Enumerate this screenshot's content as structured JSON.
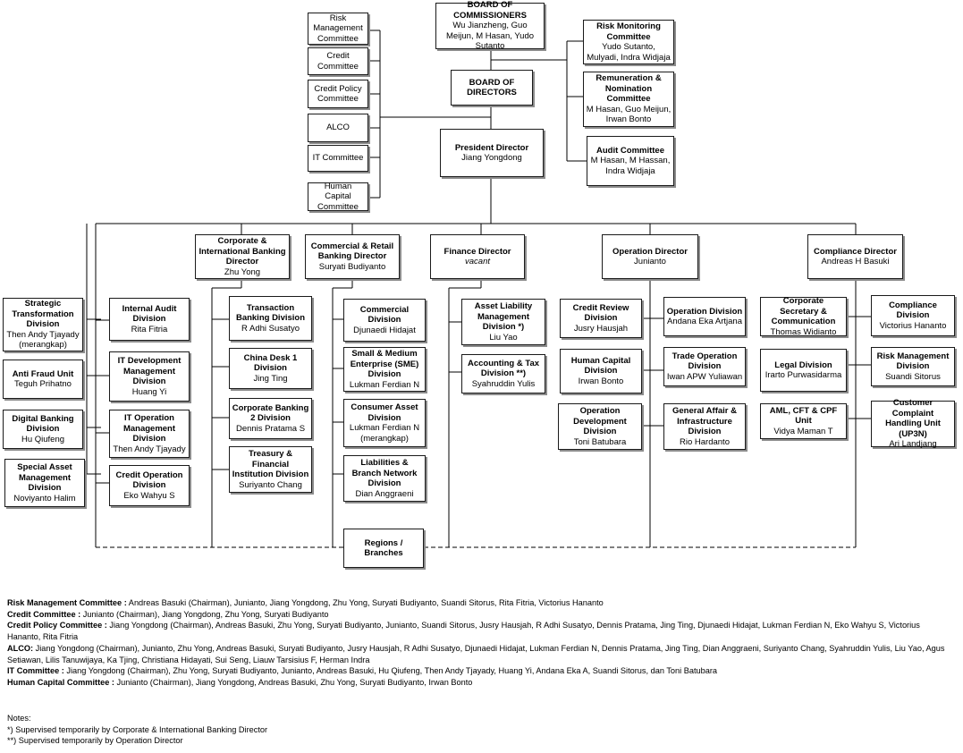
{
  "boxes": {
    "board_commissioners": {
      "title": "BOARD OF COMMISSIONERS",
      "names": "Wu Jianzheng, Guo Meijun, M Hasan, Yudo Sutanto"
    },
    "board_directors": {
      "title": "BOARD OF DIRECTORS"
    },
    "president_director": {
      "title": "President Director",
      "names": "Jiang Yongdong"
    },
    "risk_management_committee": {
      "title": "Risk Management Committee"
    },
    "credit_committee": {
      "title": "Credit Committee"
    },
    "credit_policy_committee": {
      "title": "Credit Policy Committee"
    },
    "alco": {
      "title": "ALCO"
    },
    "it_committee": {
      "title": "IT Committee"
    },
    "human_capital_committee": {
      "title": "Human Capital Committee"
    },
    "risk_monitoring_committee": {
      "title": "Risk Monitoring Committee",
      "names": "Yudo Sutanto, Mulyadi, Indra Widjaja"
    },
    "remuneration_committee": {
      "title": "Remuneration & Nomination Committee",
      "names": "M Hasan, Guo Meijun, Irwan Bonto"
    },
    "audit_committee": {
      "title": "Audit Committee",
      "names": "M Hasan, M Hassan, Indra Widjaja"
    },
    "corp_intl_director": {
      "title": "Corporate & International Banking Director",
      "names": "Zhu Yong"
    },
    "comm_retail_director": {
      "title": "Commercial & Retail Banking Director",
      "names": "Suryati Budiyanto"
    },
    "finance_director": {
      "title": "Finance Director",
      "names": "vacant"
    },
    "operation_director": {
      "title": "Operation Director",
      "names": "Junianto"
    },
    "compliance_director": {
      "title": "Compliance Director",
      "names": "Andreas H Basuki"
    },
    "strategic_transformation": {
      "title": "Strategic Transformation Division",
      "names": "Then Andy Tjayady (merangkap)"
    },
    "anti_fraud": {
      "title": "Anti Fraud Unit",
      "names": "Teguh Prihatno"
    },
    "digital_banking": {
      "title": "Digital Banking Division",
      "names": "Hu Qiufeng"
    },
    "special_asset": {
      "title": "Special Asset Management Division",
      "names": "Noviyanto Halim"
    },
    "internal_audit": {
      "title": "Internal Audit Division",
      "names": "Rita Fitria"
    },
    "it_development": {
      "title": "IT Development Management Division",
      "names": "Huang Yi"
    },
    "it_operation": {
      "title": "IT Operation Management Division",
      "names": "Then Andy Tjayady"
    },
    "credit_operation": {
      "title": "Credit Operation Division",
      "names": "Eko Wahyu S"
    },
    "transaction_banking": {
      "title": "Transaction Banking Division",
      "names": "R Adhi Susatyo"
    },
    "china_desk": {
      "title": "China Desk 1 Division",
      "names": "Jing Ting"
    },
    "corporate_banking_2": {
      "title": "Corporate Banking 2 Division",
      "names": "Dennis Pratama S"
    },
    "treasury": {
      "title": "Treasury & Financial Institution Division",
      "names": "Suriyanto Chang"
    },
    "commercial": {
      "title": "Commercial Division",
      "names": "Djunaedi Hidajat"
    },
    "sme": {
      "title": "Small & Medium Enterprise (SME) Division",
      "names": "Lukman Ferdian N"
    },
    "consumer_asset": {
      "title": "Consumer Asset Division",
      "names": "Lukman Ferdian N (merangkap)"
    },
    "liabilities_branch": {
      "title": "Liabilities & Branch Network Division",
      "names": "Dian Anggraeni"
    },
    "regions_branches": {
      "title": "Regions / Branches"
    },
    "alm_division": {
      "title": "Asset Liability Management Division *)",
      "names": "Liu Yao"
    },
    "accounting_tax": {
      "title": "Accounting & Tax Division **)",
      "names": "Syahruddin Yulis"
    },
    "credit_review": {
      "title": "Credit Review Division",
      "names": "Jusry Hausjah"
    },
    "human_capital_div": {
      "title": "Human Capital Division",
      "names": "Irwan Bonto"
    },
    "operation_development": {
      "title": "Operation Development Division",
      "names": "Toni Batubara"
    },
    "operation_division": {
      "title": "Operation Division",
      "names": "Andana Eka Artjana"
    },
    "trade_operation": {
      "title": "Trade Operation Division",
      "names": "Iwan APW Yuliawan"
    },
    "general_affair": {
      "title": "General Affair & Infrastructure Division",
      "names": "Rio Hardanto"
    },
    "corporate_secretary": {
      "title": "Corporate Secretary & Communication",
      "names": "Thomas Widianto"
    },
    "legal": {
      "title": "Legal Division",
      "names": "Irarto Purwasidarma"
    },
    "aml_cft": {
      "title": "AML, CFT & CPF Unit",
      "names": "Vidya Maman T"
    },
    "compliance_division": {
      "title": "Compliance Division",
      "names": "Victorius Hananto"
    },
    "risk_management_division": {
      "title": "Risk Management Division",
      "names": "Suandi Sitorus"
    },
    "customer_complaint": {
      "title": "Customer Complaint Handling Unit (UP3N)",
      "names": "Ari Landjang"
    }
  },
  "legend": [
    {
      "label": "Risk Management Committee :",
      "text": " Andreas Basuki (Chairman), Junianto, Jiang Yongdong, Zhu Yong, Suryati Budiyanto, Suandi Sitorus, Rita Fitria, Victorius Hananto"
    },
    {
      "label": "Credit Committee :",
      "text": " Junianto (Chairman), Jiang Yongdong, Zhu Yong, Suryati Budiyanto"
    },
    {
      "label": "Credit Policy Committee :",
      "text": " Jiang Yongdong (Chairman), Andreas Basuki, Zhu Yong, Suryati Budiyanto, Junianto, Suandi Sitorus, Jusry Hausjah, R Adhi Susatyo, Dennis Pratama, Jing Ting, Djunaedi Hidajat, Lukman Ferdian N, Eko Wahyu S, Victorius Hananto, Rita Fitria"
    },
    {
      "label": "ALCO:",
      "text": " Jiang Yongdong (Chairman), Junianto, Zhu Yong, Andreas Basuki, Suryati Budiyanto, Jusry Hausjah, R Adhi Susatyo, Djunaedi Hidajat, Lukman Ferdian N, Dennis Pratama, Jing Ting, Dian Anggraeni, Suriyanto Chang, Syahruddin Yulis, Liu Yao, Agus Setiawan, Lilis Tanuwijaya, Ka Tjing, Christiana Hidayati, Sui Seng, Liauw Tarsisius F, Herman Indra"
    },
    {
      "label": "IT Committee :",
      "text": " Jiang Yongdong (Chairman), Zhu Yong, Suryati Budiyanto, Junianto, Andreas Basuki, Hu Qiufeng, Then Andy Tjayady, Huang Yi, Andana Eka A, Suandi Sitorus, dan Toni Batubara"
    },
    {
      "label": "Human Capital Committee :",
      "text": " Junianto (Chairman), Jiang Yongdong, Andreas Basuki, Zhu Yong, Suryati Budiyanto, Irwan Bonto"
    }
  ],
  "notes": {
    "heading": "Notes:",
    "n1": "*) Supervised temporarily by Corporate & International Banking Director",
    "n2": "**) Supervised temporarily by Operation Director"
  }
}
